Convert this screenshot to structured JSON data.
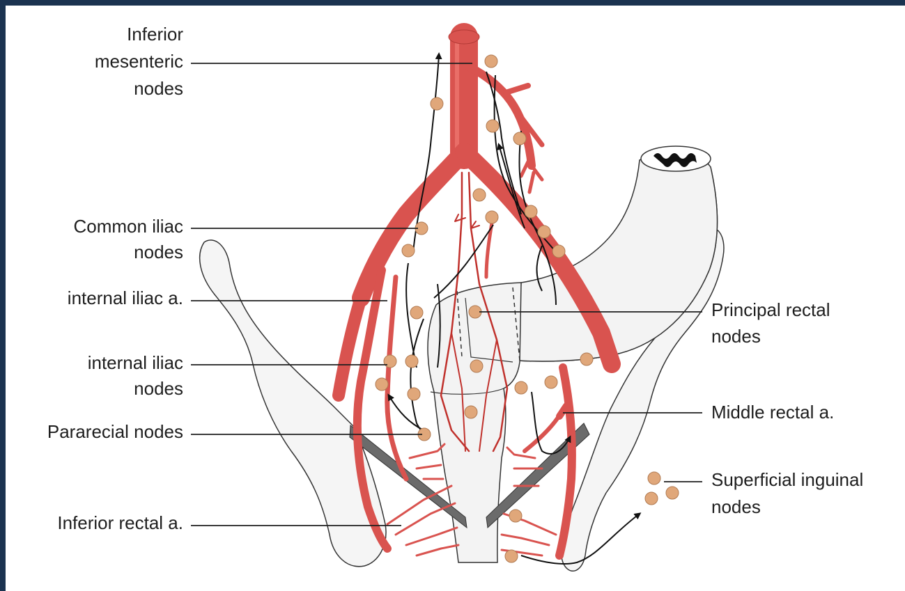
{
  "labels": {
    "inferior_mesenteric": [
      "Inferior",
      "mesenteric",
      "nodes"
    ],
    "common_iliac": [
      "Common iliac",
      "nodes"
    ],
    "internal_iliac_artery": [
      "internal iliac a."
    ],
    "internal_iliac_nodes": [
      "internal iliac",
      "nodes"
    ],
    "pararectal": [
      "Pararecial nodes"
    ],
    "inferior_rectal_artery": [
      "Inferior rectal a."
    ],
    "principal_rectal": [
      "Principal rectal",
      "nodes"
    ],
    "middle_rectal_artery": [
      "Middle rectal a."
    ],
    "superficial_inguinal": [
      "Superficial inguinal",
      "nodes"
    ]
  },
  "colors": {
    "frame_background": "#1b3350",
    "artery": "#d9534f",
    "artery_dark": "#b23a36",
    "artery_highlight": "#f07a73",
    "lymph_node": "#e0a77a",
    "lymph_node_outline": "#b07a52",
    "bone_fill": "#f5f5f5",
    "rectum_fill": "#f3f3f3",
    "muscle_band": "#6b6b6b",
    "lymph_vessel": "#111111",
    "leader_line": "#1e1e1e"
  }
}
